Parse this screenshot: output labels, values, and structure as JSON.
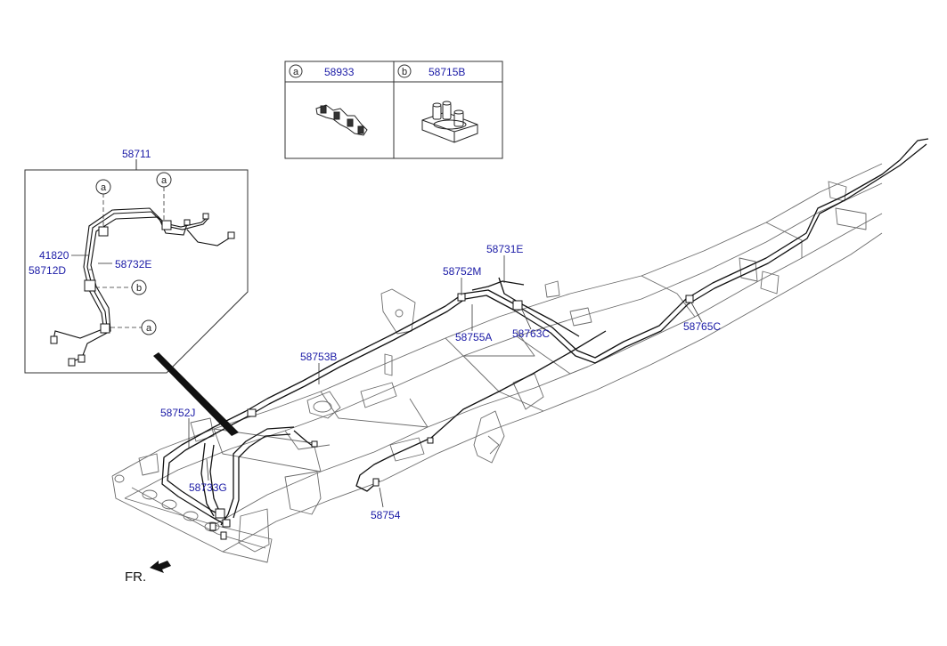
{
  "legend": {
    "cells": [
      {
        "letter": "a",
        "part_no": "58933"
      },
      {
        "letter": "b",
        "part_no": "58715B"
      }
    ]
  },
  "inset": {
    "title": "58711",
    "callouts": [
      "a",
      "a",
      "b",
      "a"
    ],
    "labels": {
      "l41820": "41820",
      "l58712D": "58712D",
      "l58732E": "58732E"
    }
  },
  "parts": {
    "p58752M": "58752M",
    "p58731E": "58731E",
    "p58755A": "58755A",
    "p58763C": "58763C",
    "p58765C": "58765C",
    "p58753B": "58753B",
    "p58752J": "58752J",
    "p58733G": "58733G",
    "p58754": "58754"
  },
  "front_label": "FR.",
  "colors": {
    "label_blue": "#1a1aa6",
    "line": "#111111",
    "frame_line": "#6a6a6a"
  },
  "icons": [
    "front-arrow-icon",
    "clip-strip-icon",
    "grommet-icon"
  ]
}
